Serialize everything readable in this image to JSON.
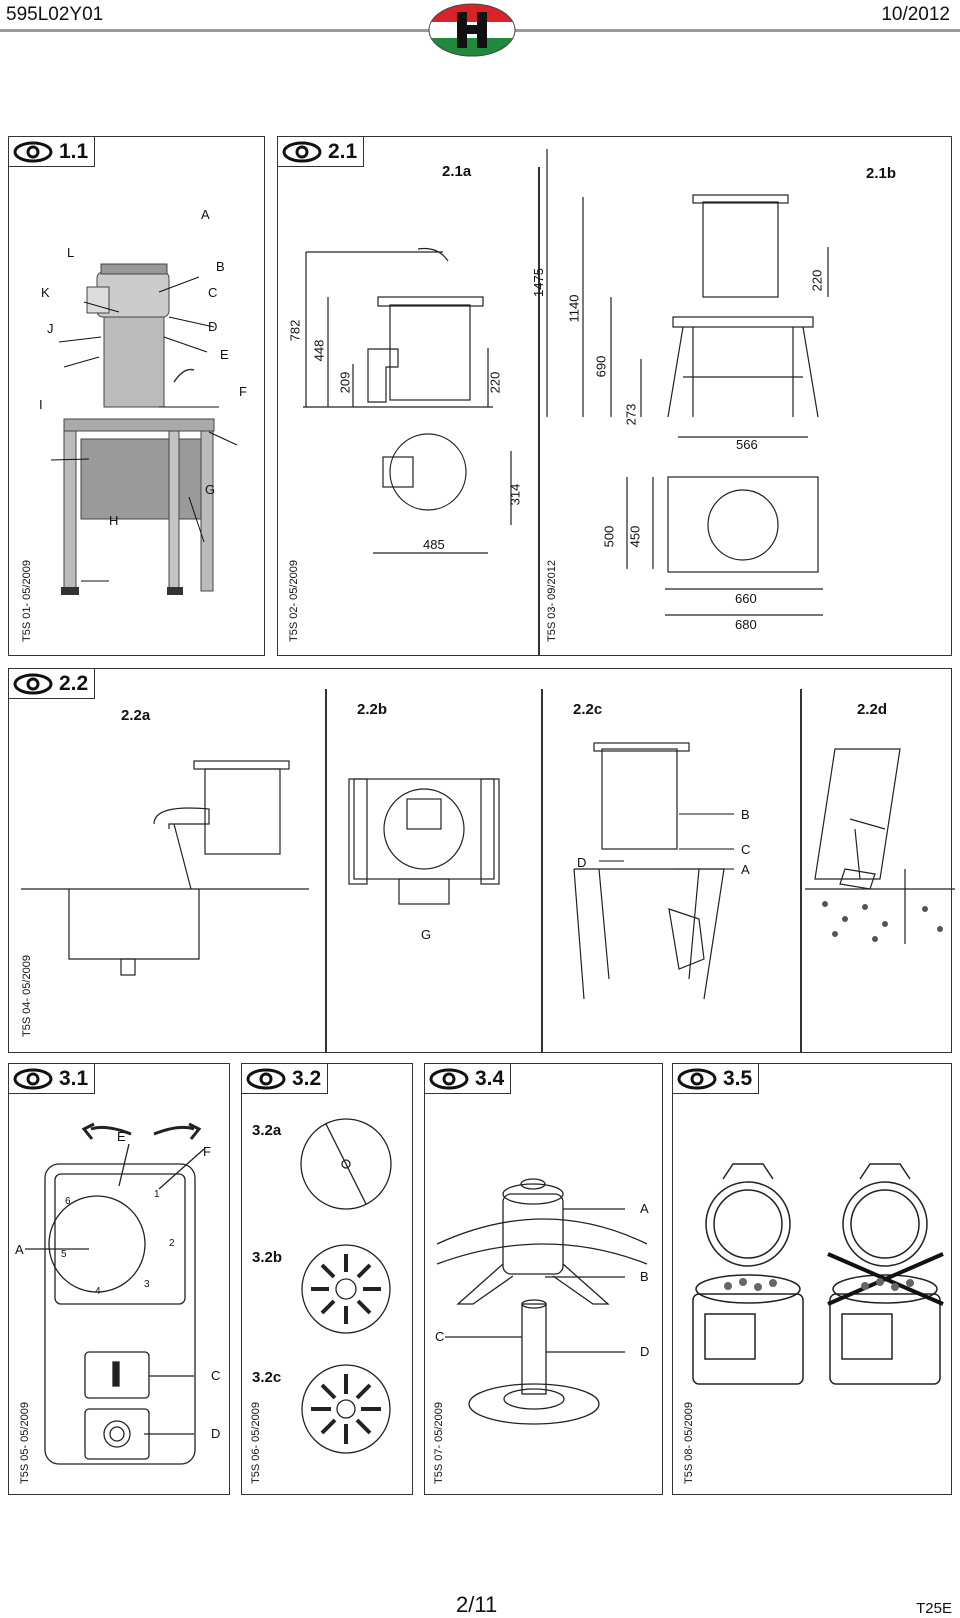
{
  "header": {
    "doc_code": "595L02Y01",
    "date": "10/2012"
  },
  "footer": {
    "page": "2/11",
    "code": "T25E"
  },
  "panels": {
    "p11": {
      "number": "1.1",
      "side_code": "T5S 01- 05/2009",
      "callouts": [
        "A",
        "B",
        "C",
        "D",
        "E",
        "F",
        "G",
        "H",
        "I",
        "J",
        "K",
        "L"
      ]
    },
    "p21": {
      "number": "2.1",
      "sub_a": "2.1a",
      "sub_b": "2.1b",
      "side_code": "T5S 02- 05/2009",
      "side_code_b": "T5S 03- 09/2012",
      "dims_a": [
        "782",
        "448",
        "209",
        "220",
        "314",
        "485"
      ],
      "dims_b": [
        "1475",
        "1140",
        "690",
        "273",
        "220",
        "566",
        "500",
        "450",
        "660",
        "680"
      ]
    },
    "p22": {
      "number": "2.2",
      "sub_a": "2.2a",
      "sub_b": "2.2b",
      "sub_c": "2.2c",
      "sub_d": "2.2d",
      "side_code": "T5S 04- 05/2009",
      "callout_b": "G",
      "callouts_c": [
        "B",
        "C",
        "D",
        "A"
      ]
    },
    "p31": {
      "number": "3.1",
      "side_code": "T5S 05- 05/2009",
      "callouts": [
        "E",
        "F",
        "A",
        "C",
        "D"
      ],
      "dial_numbers": [
        "1",
        "2",
        "3",
        "4",
        "5",
        "6"
      ]
    },
    "p32": {
      "number": "3.2",
      "sub_a": "3.2a",
      "sub_b": "3.2b",
      "sub_c": "3.2c",
      "side_code": "T5S 06- 05/2009"
    },
    "p34": {
      "number": "3.4",
      "side_code": "T5S 07- 05/2009",
      "callouts": [
        "A",
        "B",
        "C",
        "D"
      ]
    },
    "p35": {
      "number": "3.5",
      "side_code": "T5S 08- 05/2009"
    }
  },
  "colors": {
    "logo_red": "#d8232a",
    "logo_green": "#1f8a3c",
    "rule": "#9a9a9a",
    "ink": "#333333"
  }
}
